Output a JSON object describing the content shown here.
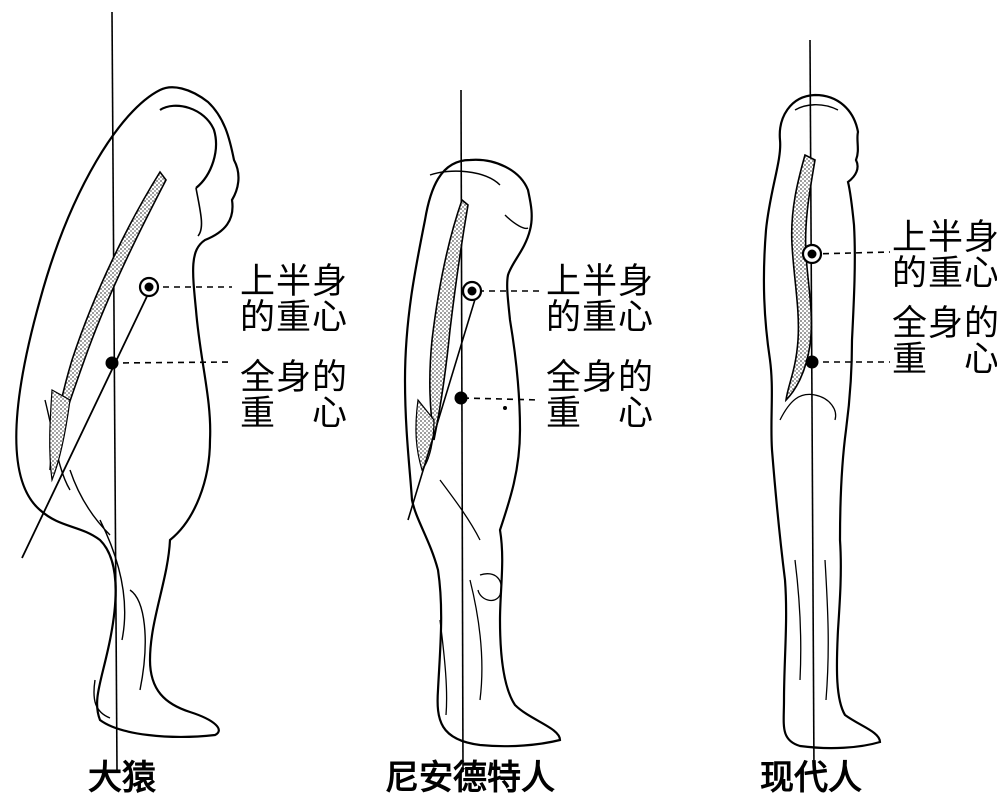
{
  "figures": [
    {
      "caption": "大猿",
      "upper_label_line1": "上半身",
      "upper_label_line2": "的重心",
      "whole_label_line1": "全身的",
      "whole_label_line2": "重　心"
    },
    {
      "caption": "尼安德特人",
      "upper_label_line1": "上半身",
      "upper_label_line2": "的重心",
      "whole_label_line1": "全身的",
      "whole_label_line2": "重　心"
    },
    {
      "caption": "现代人",
      "upper_label_line1": "上半身",
      "upper_label_line2": "的重心",
      "whole_label_line1": "全身的",
      "whole_label_line2": "重　心"
    }
  ],
  "colors": {
    "ink": "#000000",
    "spine_fill": "#9a9a9a",
    "background": "#ffffff"
  }
}
